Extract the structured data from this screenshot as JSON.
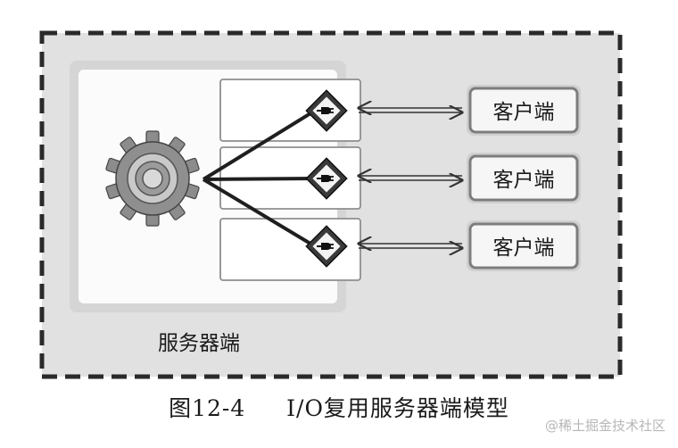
{
  "diagram": {
    "server_label": "服务器端",
    "clients": [
      {
        "label": "客户端"
      },
      {
        "label": "客户端"
      },
      {
        "label": "客户端"
      }
    ]
  },
  "caption": {
    "figure_number": "图12-4",
    "title": "I/O复用服务器端模型"
  },
  "watermark": "@稀土掘金技术社区",
  "icons": [
    "gear-icon",
    "plug-icon"
  ],
  "colors": {
    "outer_frame": "#e1e1e1",
    "dashed_border": "#2a2a2a",
    "panel": "#fbfbfb",
    "client_border": "#7d7d7d",
    "line": "#1f1f1f"
  }
}
